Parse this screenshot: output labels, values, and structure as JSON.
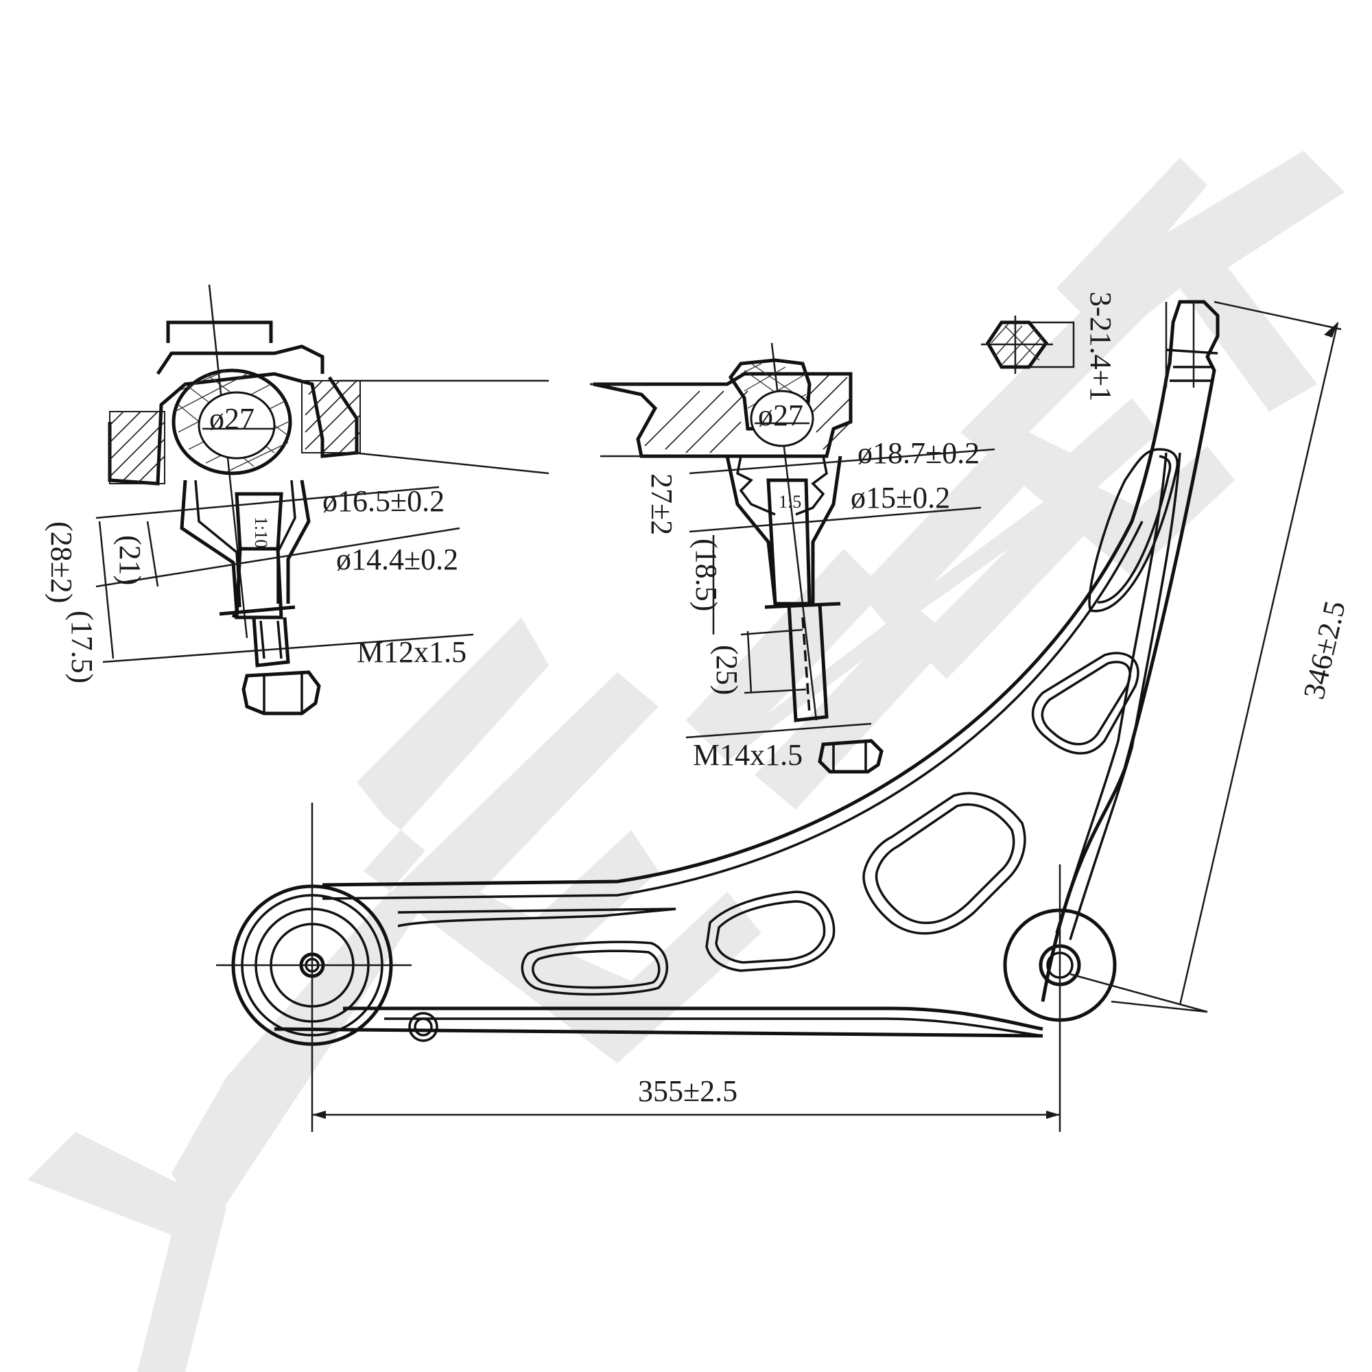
{
  "drawing": {
    "watermark_text": "ZENNEK",
    "left_joint": {
      "ball_diameter": "ø27",
      "taper": "1:10",
      "dim_diameter_upper": "ø16.5±0.2",
      "dim_diameter_lower": "ø14.4±0.2",
      "dim_height_21": "(21)",
      "dim_height_28": "(28±2)",
      "dim_height_17_5": "(17.5)",
      "thread": "M12x1.5"
    },
    "right_joint": {
      "ball_diameter": "ø27",
      "taper": "1:5",
      "dim_diameter_upper": "ø18.7±0.2",
      "dim_diameter_lower": "ø15±0.2",
      "dim_height_27": "27±2",
      "dim_height_18_5": "(18.5)",
      "dim_height_25": "(25)",
      "thread": "M14x1.5"
    },
    "hex_section_label": "3-21.4+1",
    "arm": {
      "length_horizontal": "355±2.5",
      "length_vertical": "346±2.5"
    }
  }
}
